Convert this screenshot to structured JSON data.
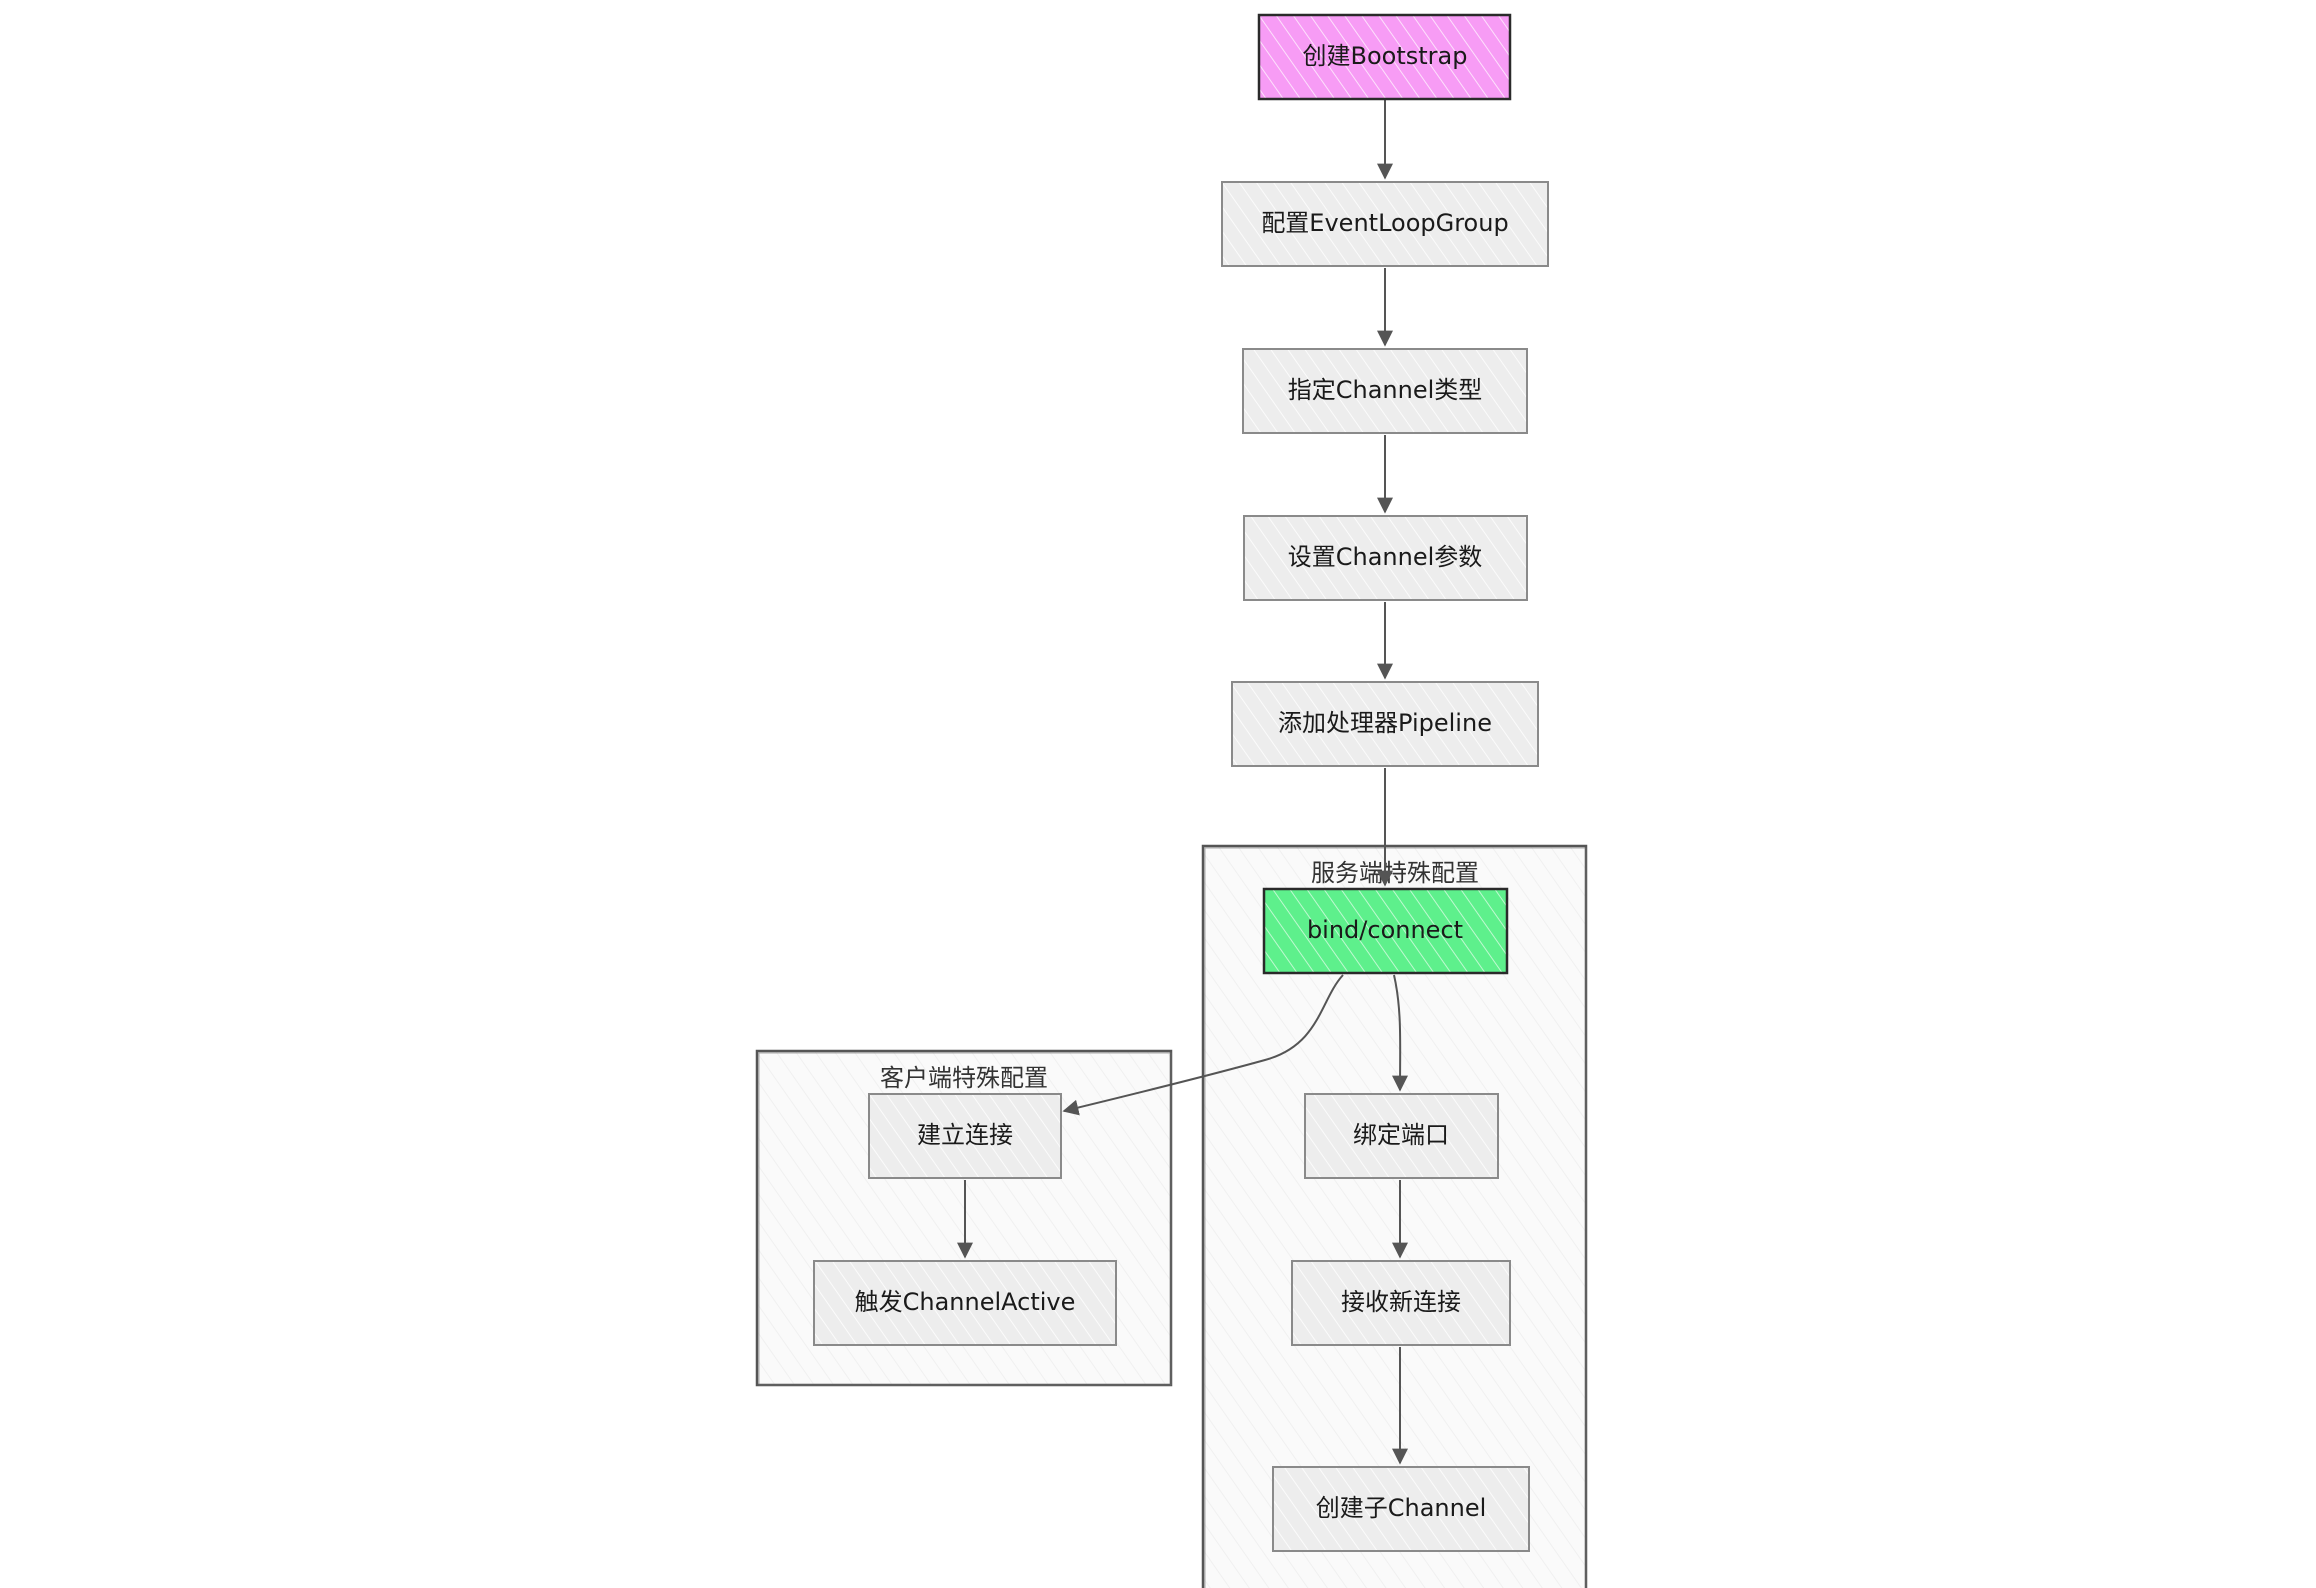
{
  "diagram": {
    "type": "flowchart",
    "nodes": {
      "create_bootstrap": {
        "label": "创建Bootstrap",
        "fill": "#f79cf5",
        "stroke": "#2a2a2a"
      },
      "config_eventloop": {
        "label": "配置EventLoopGroup",
        "fill": "#ededed",
        "stroke": "#8a8a8a"
      },
      "channel_type": {
        "label": "指定Channel类型",
        "fill": "#ededed",
        "stroke": "#8a8a8a"
      },
      "channel_params": {
        "label": "设置Channel参数",
        "fill": "#ededed",
        "stroke": "#8a8a8a"
      },
      "add_pipeline": {
        "label": "添加处理器Pipeline",
        "fill": "#ededed",
        "stroke": "#8a8a8a"
      },
      "bind_connect": {
        "label": "bind/connect",
        "fill": "#5ef08c",
        "stroke": "#2a2a2a"
      },
      "bind_port": {
        "label": "绑定端口",
        "fill": "#ededed",
        "stroke": "#8a8a8a"
      },
      "accept_conn": {
        "label": "接收新连接",
        "fill": "#ededed",
        "stroke": "#8a8a8a"
      },
      "create_child": {
        "label": "创建子Channel",
        "fill": "#ededed",
        "stroke": "#8a8a8a"
      },
      "establish_conn": {
        "label": "建立连接",
        "fill": "#ededed",
        "stroke": "#8a8a8a"
      },
      "channel_active": {
        "label": "触发ChannelActive",
        "fill": "#ededed",
        "stroke": "#8a8a8a"
      }
    },
    "groups": {
      "server": {
        "label": "服务端特殊配置",
        "fill": "#fafafa",
        "stroke": "#555555"
      },
      "client": {
        "label": "客户端特殊配置",
        "fill": "#fafafa",
        "stroke": "#555555"
      }
    },
    "edges": [
      {
        "from": "create_bootstrap",
        "to": "config_eventloop"
      },
      {
        "from": "config_eventloop",
        "to": "channel_type"
      },
      {
        "from": "channel_type",
        "to": "channel_params"
      },
      {
        "from": "channel_params",
        "to": "add_pipeline"
      },
      {
        "from": "add_pipeline",
        "to": "bind_connect"
      },
      {
        "from": "bind_connect",
        "to": "establish_conn"
      },
      {
        "from": "bind_connect",
        "to": "bind_port"
      },
      {
        "from": "bind_port",
        "to": "accept_conn"
      },
      {
        "from": "accept_conn",
        "to": "create_child"
      },
      {
        "from": "establish_conn",
        "to": "channel_active"
      }
    ],
    "edge_color": "#555555",
    "hatch_color": "#ffffff"
  }
}
